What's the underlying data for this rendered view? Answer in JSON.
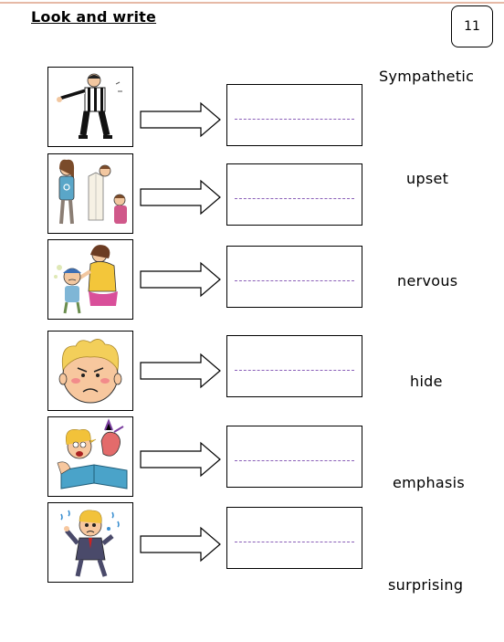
{
  "worksheet": {
    "title": "Look and write",
    "page_number": "11",
    "words": [
      "Sympathetic",
      "upset",
      "nervous",
      "hide",
      "emphasis",
      "surprising"
    ],
    "pictures": [
      "referee-pointing",
      "girls-hiding-behind-fence",
      "woman-comforting-crying-child",
      "boy-frowning-face",
      "shocked-child-reading-book",
      "nervous-sweating-boy"
    ]
  }
}
